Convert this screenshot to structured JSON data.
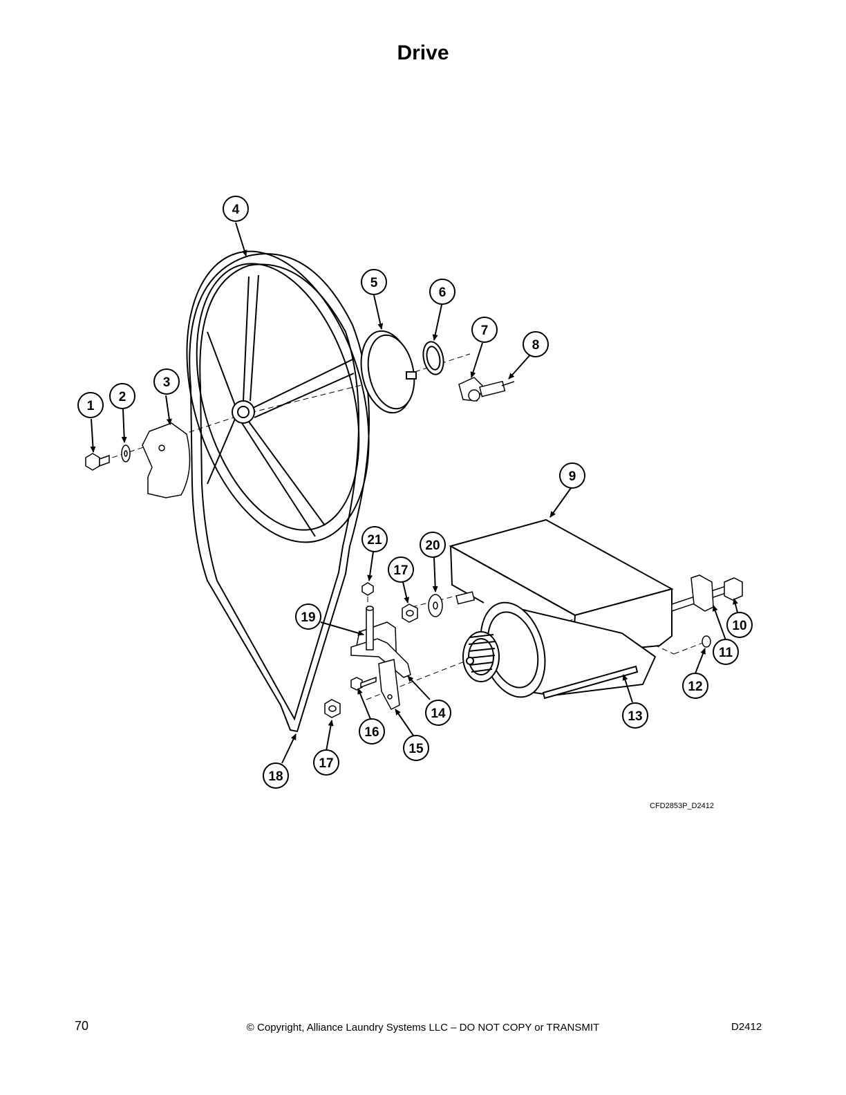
{
  "page_title": "Drive",
  "figure_id": "CFD2853P_D2412",
  "footer": {
    "page_number": "70",
    "copyright": "© Copyright, Alliance Laundry Systems LLC – DO NOT COPY or TRANSMIT",
    "doc_number": "D2412"
  },
  "callouts": [
    "1",
    "2",
    "3",
    "4",
    "5",
    "6",
    "7",
    "8",
    "9",
    "10",
    "11",
    "12",
    "13",
    "14",
    "15",
    "16",
    "17",
    "17",
    "18",
    "19",
    "20",
    "21"
  ]
}
